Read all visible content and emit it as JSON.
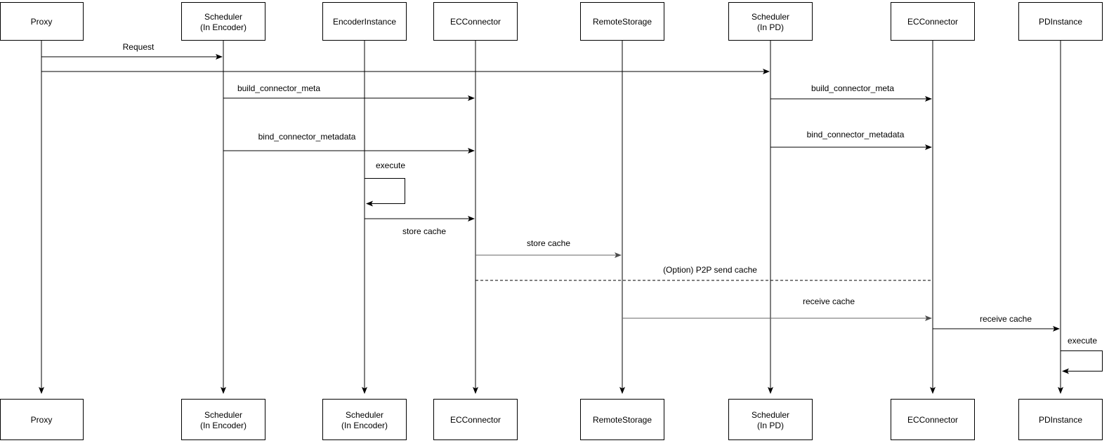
{
  "colors": {
    "line": "#000000",
    "gray_line": "#666666",
    "text": "#000000",
    "background": "#ffffff",
    "box_fill": "#ffffff",
    "box_border": "#000000"
  },
  "actors_top": [
    {
      "line1": "Proxy",
      "line2": ""
    },
    {
      "line1": "Scheduler",
      "line2": "(In Encoder)"
    },
    {
      "line1": "EncoderInstance",
      "line2": ""
    },
    {
      "line1": "ECConnector",
      "line2": ""
    },
    {
      "line1": "RemoteStorage",
      "line2": ""
    },
    {
      "line1": "Scheduler",
      "line2": "(In PD)"
    },
    {
      "line1": "ECConnector",
      "line2": ""
    },
    {
      "line1": "PDInstance",
      "line2": ""
    }
  ],
  "actors_bottom": [
    {
      "line1": "Proxy",
      "line2": ""
    },
    {
      "line1": "Scheduler",
      "line2": "(In Encoder)"
    },
    {
      "line1": "Scheduler",
      "line2": "(In Encoder)"
    },
    {
      "line1": "ECConnector",
      "line2": ""
    },
    {
      "line1": "RemoteStorage",
      "line2": ""
    },
    {
      "line1": "Scheduler",
      "line2": "(In PD)"
    },
    {
      "line1": "ECConnector",
      "line2": ""
    },
    {
      "line1": "PDInstance",
      "line2": ""
    }
  ],
  "messages": [
    {
      "label": "Request",
      "from": "Proxy",
      "to": "Scheduler (In Encoder)",
      "style": "solid-black"
    },
    {
      "label": "",
      "from": "Proxy",
      "to": "Scheduler (In PD)",
      "style": "solid-black"
    },
    {
      "label": "build_connector_meta",
      "from": "Scheduler (In Encoder)",
      "to": "ECConnector",
      "style": "solid-black"
    },
    {
      "label": "bind_connector_metadata",
      "from": "Scheduler (In Encoder)",
      "to": "ECConnector",
      "style": "solid-black"
    },
    {
      "label": "execute",
      "from": "EncoderInstance",
      "to": "EncoderInstance",
      "style": "self-loop"
    },
    {
      "label": "store cache",
      "from": "EncoderInstance",
      "to": "ECConnector",
      "style": "solid-black"
    },
    {
      "label": "store cache",
      "from": "ECConnector",
      "to": "RemoteStorage",
      "style": "solid-gray"
    },
    {
      "label": "(Option) P2P send cache",
      "from": "ECConnector",
      "to": "ECConnector (PD side)",
      "style": "dashed-no-arrow"
    },
    {
      "label": "build_connector_meta",
      "from": "Scheduler (In PD)",
      "to": "ECConnector (PD side)",
      "style": "solid-black"
    },
    {
      "label": "bind_connector_metadata",
      "from": "Scheduler (In PD)",
      "to": "ECConnector (PD side)",
      "style": "solid-black"
    },
    {
      "label": "receive cache",
      "from": "RemoteStorage",
      "to": "ECConnector (PD side)",
      "style": "solid-gray"
    },
    {
      "label": "receive cache",
      "from": "ECConnector (PD side)",
      "to": "PDInstance",
      "style": "solid-black"
    },
    {
      "label": "execute",
      "from": "PDInstance",
      "to": "PDInstance",
      "style": "self-loop"
    }
  ]
}
